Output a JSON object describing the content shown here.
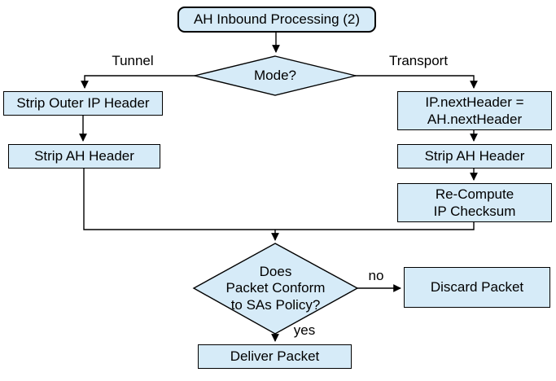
{
  "diagram": {
    "title_node": "AH Inbound Processing (2)",
    "nodes": {
      "mode_decision": "Mode?",
      "strip_outer_ip": "Strip Outer IP Header",
      "strip_ah_tunnel": "Strip AH Header",
      "ip_nextheader": "IP.nextHeader =\nAH.nextHeader",
      "strip_ah_transport": "Strip AH Header",
      "recompute_checksum": "Re-Compute\nIP Checksum",
      "policy_decision": "Does\nPacket Conform\nto SAs Policy?",
      "discard_packet": "Discard Packet",
      "deliver_packet": "Deliver Packet"
    },
    "edge_labels": {
      "tunnel": "Tunnel",
      "transport": "Transport",
      "no": "no",
      "yes": "yes"
    }
  },
  "colors": {
    "background": "#ffffff",
    "node_fill": "#d6ebf8",
    "node_border": "#000000",
    "connector": "#000000",
    "text": "#000000"
  }
}
